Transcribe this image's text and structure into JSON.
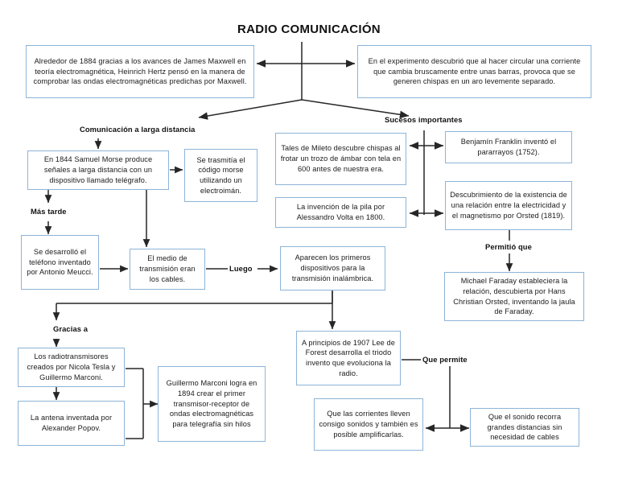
{
  "title": "RADIO COMUNICACIÓN",
  "theme": {
    "box_border": "#8db4d8",
    "box_fill": "#ffffff",
    "connector": "#262626",
    "text": "#1a1a1a",
    "page_background": "#ffffff"
  },
  "nodes": {
    "maxwell": "Alrededor de 1884 gracias a los avances de James Maxwell en teoría electromagnética, Heinrich Hertz pensó en la manera de comprobar las ondas electromagnéticas predichas por Maxwell.",
    "experimento": "En el experimento descubrió que al hacer circular una corriente que cambia bruscamente entre unas barras, provoca que se generen chispas en un aro levemente separado.",
    "morse": "En 1844 Samuel Morse produce señales a larga distancia con un dispositivo llamado telégrafo.",
    "codigo_morse": "Se trasmitía el código morse utilizando un electroimán.",
    "telefono": "Se desarrolló el teléfono inventado por Antonio Meucci.",
    "cables": "El medio de transmisión eran los cables.",
    "tales": "Tales de Mileto descubre chispas al frotar un trozo de ámbar con tela en 600 antes de nuestra era.",
    "volta": "La invención de la pila por Alessandro Volta en 1800.",
    "franklin": "Benjamín Franklin inventó el pararrayos (1752).",
    "orsted": "Descubrimiento de la existencia de una relación entre la electricidad y el magnetismo por Orsted (1819).",
    "faraday": "Michael Faraday estableciera la relación, descubierta por Hans Christian Orsted, inventando la jaula de Faraday.",
    "inalambrica": "Aparecen los primeros dispositivos para la transmisión inalámbrica.",
    "radiotransmisores": "Los radiotransmisores creados por Nicola Tesla y Guillermo Marconi.",
    "antena": "La antena inventada por Alexander Popov.",
    "marconi": "Guillermo Marconi logra en 1894 crear el primer transmisor-receptor de ondas electromagnéticas para telegrafía sin hilos",
    "deforest": "A principios de 1907 Lee de Forest desarrolla el triodo invento que evoluciona la radio.",
    "corrientes": "Que las corrientes lleven consigo sonidos y también es posible amplificarlas.",
    "sonido": "Que el sonido recorra grandes distancias sin necesidad de cables"
  },
  "edge_labels": {
    "larga_distancia": "Comunicación a larga distancia",
    "sucesos": "Sucesos importantes",
    "mas_tarde": "Más tarde",
    "luego": "Luego",
    "gracias_a": "Gracias a",
    "permitio_que": "Permitió que",
    "que_permite": "Que permite"
  }
}
